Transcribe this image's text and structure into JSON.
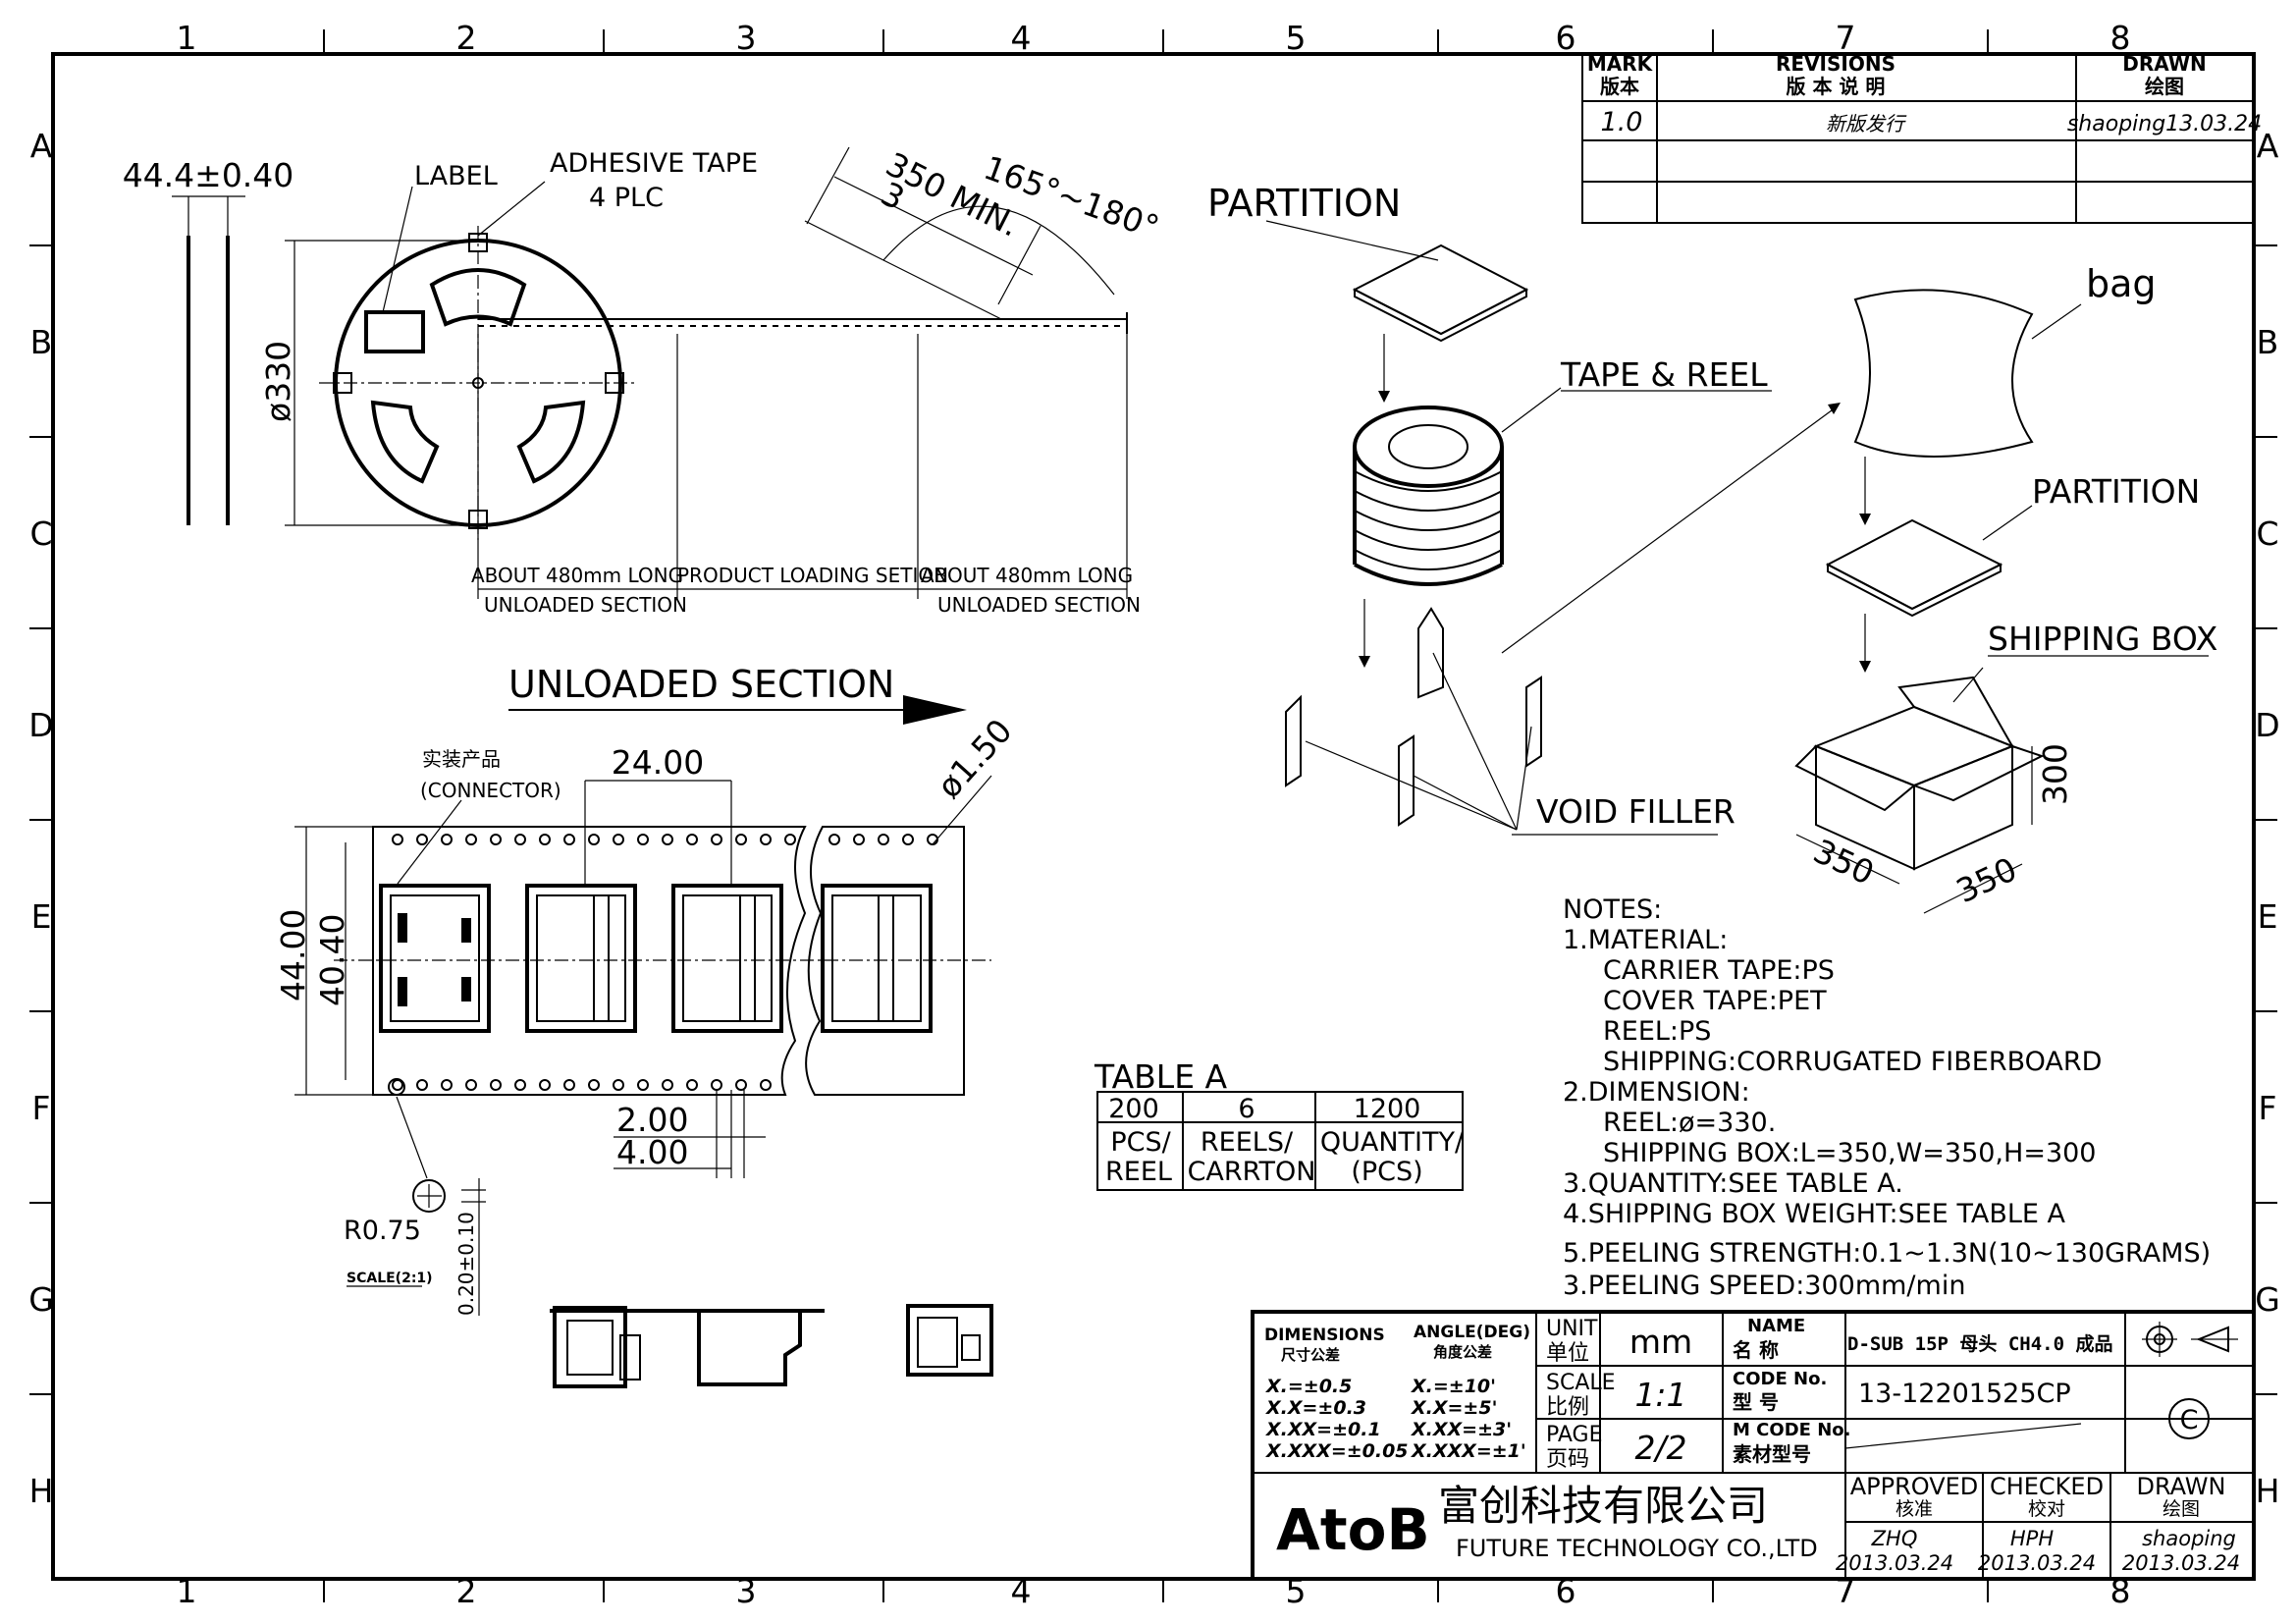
{
  "border": {
    "columns": [
      "1",
      "2",
      "3",
      "4",
      "5",
      "6",
      "7",
      "8"
    ],
    "rows": [
      "A",
      "B",
      "C",
      "D",
      "E",
      "F",
      "G",
      "H"
    ]
  },
  "revisions": {
    "mark_h_en": "MARK",
    "mark_h_cn": "版本",
    "rev_h_en": "REVISIONS",
    "rev_h_cn": "版 本 说 明",
    "drawn_h_en": "DRAWN",
    "drawn_h_cn": "绘图",
    "rows": [
      {
        "mark": "1.0",
        "desc": "新版发行",
        "drawn": "shaoping13.03.24"
      }
    ]
  },
  "reel_view": {
    "width_dim": "44.4±0.40",
    "label": "LABEL",
    "adhesive_tape": "ADHESIVE TAPE",
    "plc": "4 PLC",
    "diameter": "ø330",
    "min_len": "350 MIN.",
    "three": "3",
    "angle": "165°~180°",
    "about_left": "ABOUT 480mm LONG",
    "product_loading": "PRODUCT LOADING SETION",
    "about_right": "ABOUT 480mm LONG",
    "unloaded_left": "UNLOADED SECTION",
    "unloaded_right": "UNLOADED SECTION"
  },
  "tape_view": {
    "unloaded_section": "UNLOADED SECTION",
    "product_cn": "实装产品",
    "connector": "(CONNECTOR)",
    "pitch": "24.00",
    "hole": "ø1.50",
    "width": "44.00",
    "inner_width": "40.40",
    "dim_200": "2.00",
    "dim_400": "4.00",
    "radius": "R0.75",
    "thickness": "0.20±0.10",
    "scale": "SCALE(2:1)"
  },
  "packing": {
    "partition_top": "PARTITION",
    "tape_reel": "TAPE & REEL",
    "bag": "bag",
    "partition_right": "PARTITION",
    "shipping_box": "SHIPPING BOX",
    "void_filler": "VOID FILLER",
    "box_h": "300",
    "box_l": "350",
    "box_w": "350"
  },
  "table_a": {
    "title": "TABLE A",
    "values": [
      "200",
      "6",
      "1200"
    ],
    "labels": [
      [
        "PCS/",
        "REEL"
      ],
      [
        "REELS/",
        "CARRTON"
      ],
      [
        "QUANTITY/",
        "(PCS)"
      ]
    ]
  },
  "notes": [
    "NOTES:",
    "1.MATERIAL:",
    "CARRIER TAPE:PS",
    "COVER TAPE:PET",
    "REEL:PS",
    "SHIPPING:CORRUGATED FIBERBOARD",
    "2.DIMENSION:",
    "REEL:ø=330.",
    "SHIPPING BOX:L=350,W=350,H=300",
    "3.QUANTITY:SEE TABLE A.",
    "4.SHIPPING BOX WEIGHT:SEE TABLE A",
    "5.PEELING STRENGTH:0.1~1.3N(10~130GRAMS)",
    "3.PEELING SPEED:300mm/min"
  ],
  "title_block": {
    "dim_h": "DIMENSIONS",
    "dim_h_cn": "尺寸公差",
    "ang_h": "ANGLE(DEG)",
    "ang_h_cn": "角度公差",
    "dim_tol": [
      "X.=±0.5",
      "X.X=±0.3",
      "X.XX=±0.1",
      "X.XXX=±0.05"
    ],
    "ang_tol": [
      "X.=±10'",
      "X.X=±5'",
      "X.XX=±3'",
      "X.XXX=±1'"
    ],
    "unit_en": "UNIT",
    "unit_cn": "单位",
    "unit_val": "mm",
    "scale_en": "SCALE",
    "scale_cn": "比例",
    "scale_val": "1:1",
    "page_en": "PAGE",
    "page_cn": "页码",
    "page_val": "2/2",
    "name_en": "NAME",
    "name_cn": "名 称",
    "name_val": "D-SUB 15P 母头 CH4.0 成品",
    "code_en": "CODE No.",
    "code_cn": "型 号",
    "code_val": "13-12201525CP",
    "mcode_en": "M CODE No.",
    "mcode_cn": "素材型号",
    "logo": "AtoB",
    "company_cn": "富创科技有限公司",
    "company_en": "FUTURE TECHNOLOGY CO.,LTD",
    "approved_en": "APPROVED",
    "approved_cn": "核准",
    "approved_by": "ZHQ",
    "approved_date": "2013.03.24",
    "checked_en": "CHECKED",
    "checked_cn": "校对",
    "checked_by": "HPH",
    "checked_date": "2013.03.24",
    "drawn_en": "DRAWN",
    "drawn_cn": "绘图",
    "drawn_by": "shaoping",
    "drawn_date": "2013.03.24",
    "copyright": "C"
  }
}
